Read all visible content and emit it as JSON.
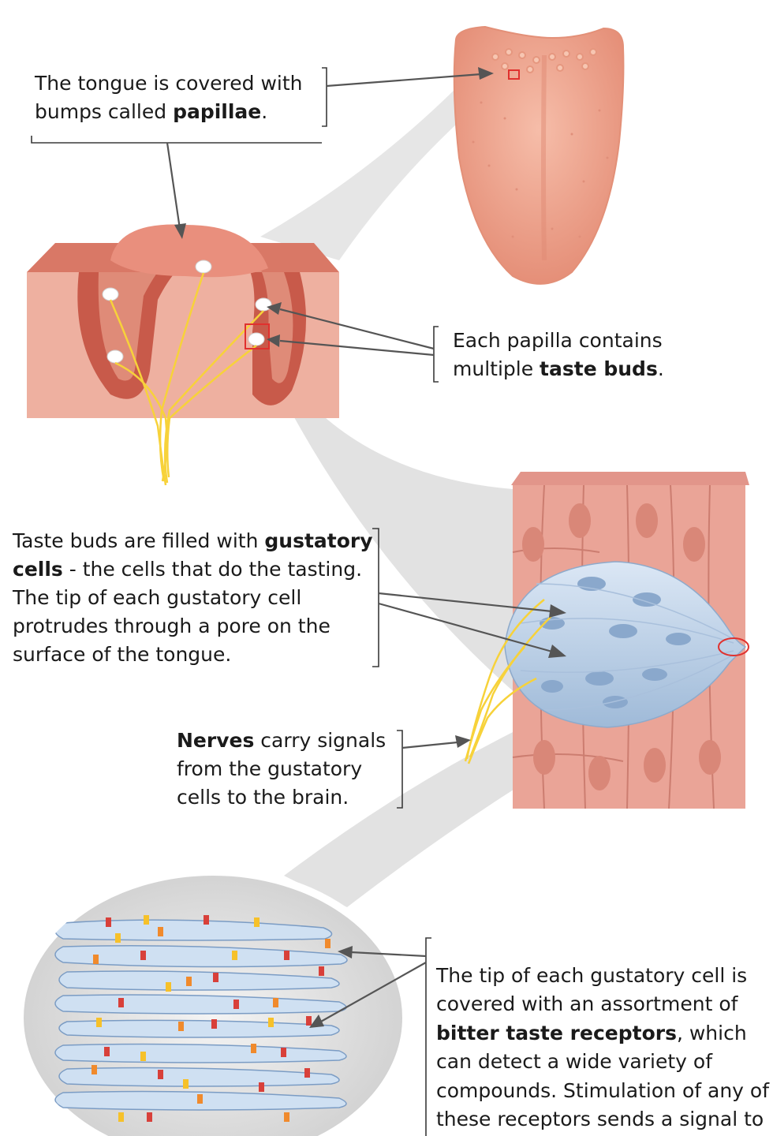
{
  "captions": {
    "papillae": {
      "pre": "The tongue is covered with bumps called ",
      "bold": "papillae",
      "post": "."
    },
    "taste_buds": {
      "pre": "Each papilla contains multiple ",
      "bold": "taste buds",
      "post": "."
    },
    "gustatory": {
      "pre": "Taste buds are filled with ",
      "bold": "gustatory cells",
      "post": " - the cells that do the tasting. The tip of each gustatory cell protrudes through a pore on the surface of the tongue."
    },
    "nerves": {
      "pre": "",
      "bold": "Nerves",
      "post": " carry signals from the gustatory cells to the brain."
    },
    "receptors": {
      "pre": "The tip of each gustatory cell is covered with an assortment of ",
      "bold": "bitter taste receptors",
      "post": ", which can detect a wide variety of compounds. Stimulation of any of these receptors sends a signal to the brain: bitter!"
    }
  },
  "colors": {
    "tongue": "#f0a690",
    "tissue": "#e9a394",
    "tissue_dark": "#c85a4a",
    "nerve": "#f7d23a",
    "taste_bud": "#c6d9ee",
    "highlight": "#e0312e",
    "zoom_cone": "#e3e3e3",
    "receptor_red": "#d8403a",
    "receptor_orange": "#f08a2c",
    "receptor_yellow": "#f6c12a"
  }
}
